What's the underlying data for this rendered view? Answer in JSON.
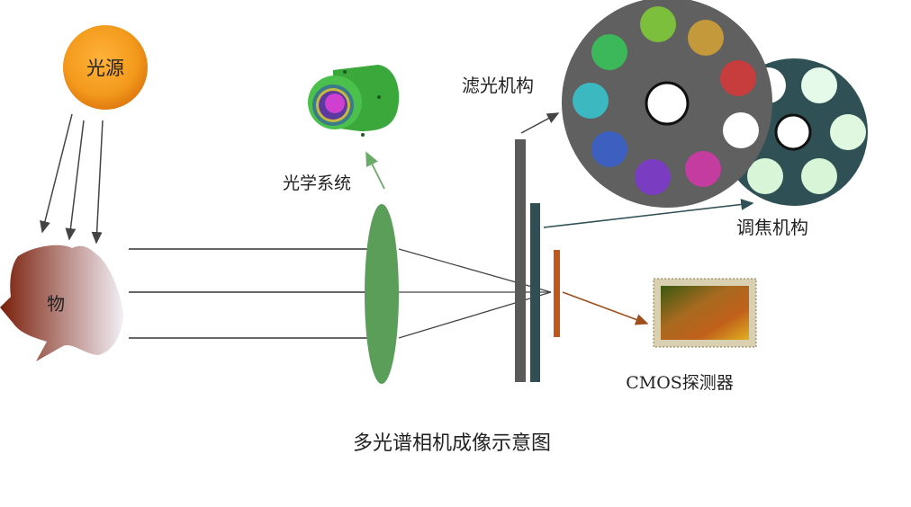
{
  "title": "多光谱相机成像示意图",
  "labels": {
    "light_source": "光源",
    "object": "物",
    "optical_system": "光学系统",
    "filter_mechanism": "滤光机构",
    "focus_mechanism": "调焦机构",
    "cmos_detector": "CMOS探测器"
  },
  "colors": {
    "filter_wheel": "#606060",
    "focus_wheel": "#2f5055",
    "lens": "#5a9e5a",
    "sensor_bar": "#c0581a",
    "filter_slots": [
      "#7cbf3c",
      "#c4993c",
      "#c73c3c",
      "#ffffff",
      "#c43ca0",
      "#7a3cc0",
      "#3c5fc0",
      "#3cb8c0",
      "#3cb85a"
    ],
    "focus_slots": [
      "#ffffff",
      "#e6faea",
      "#e0f8e0",
      "#d8f5d8",
      "#d8f5d8"
    ]
  }
}
